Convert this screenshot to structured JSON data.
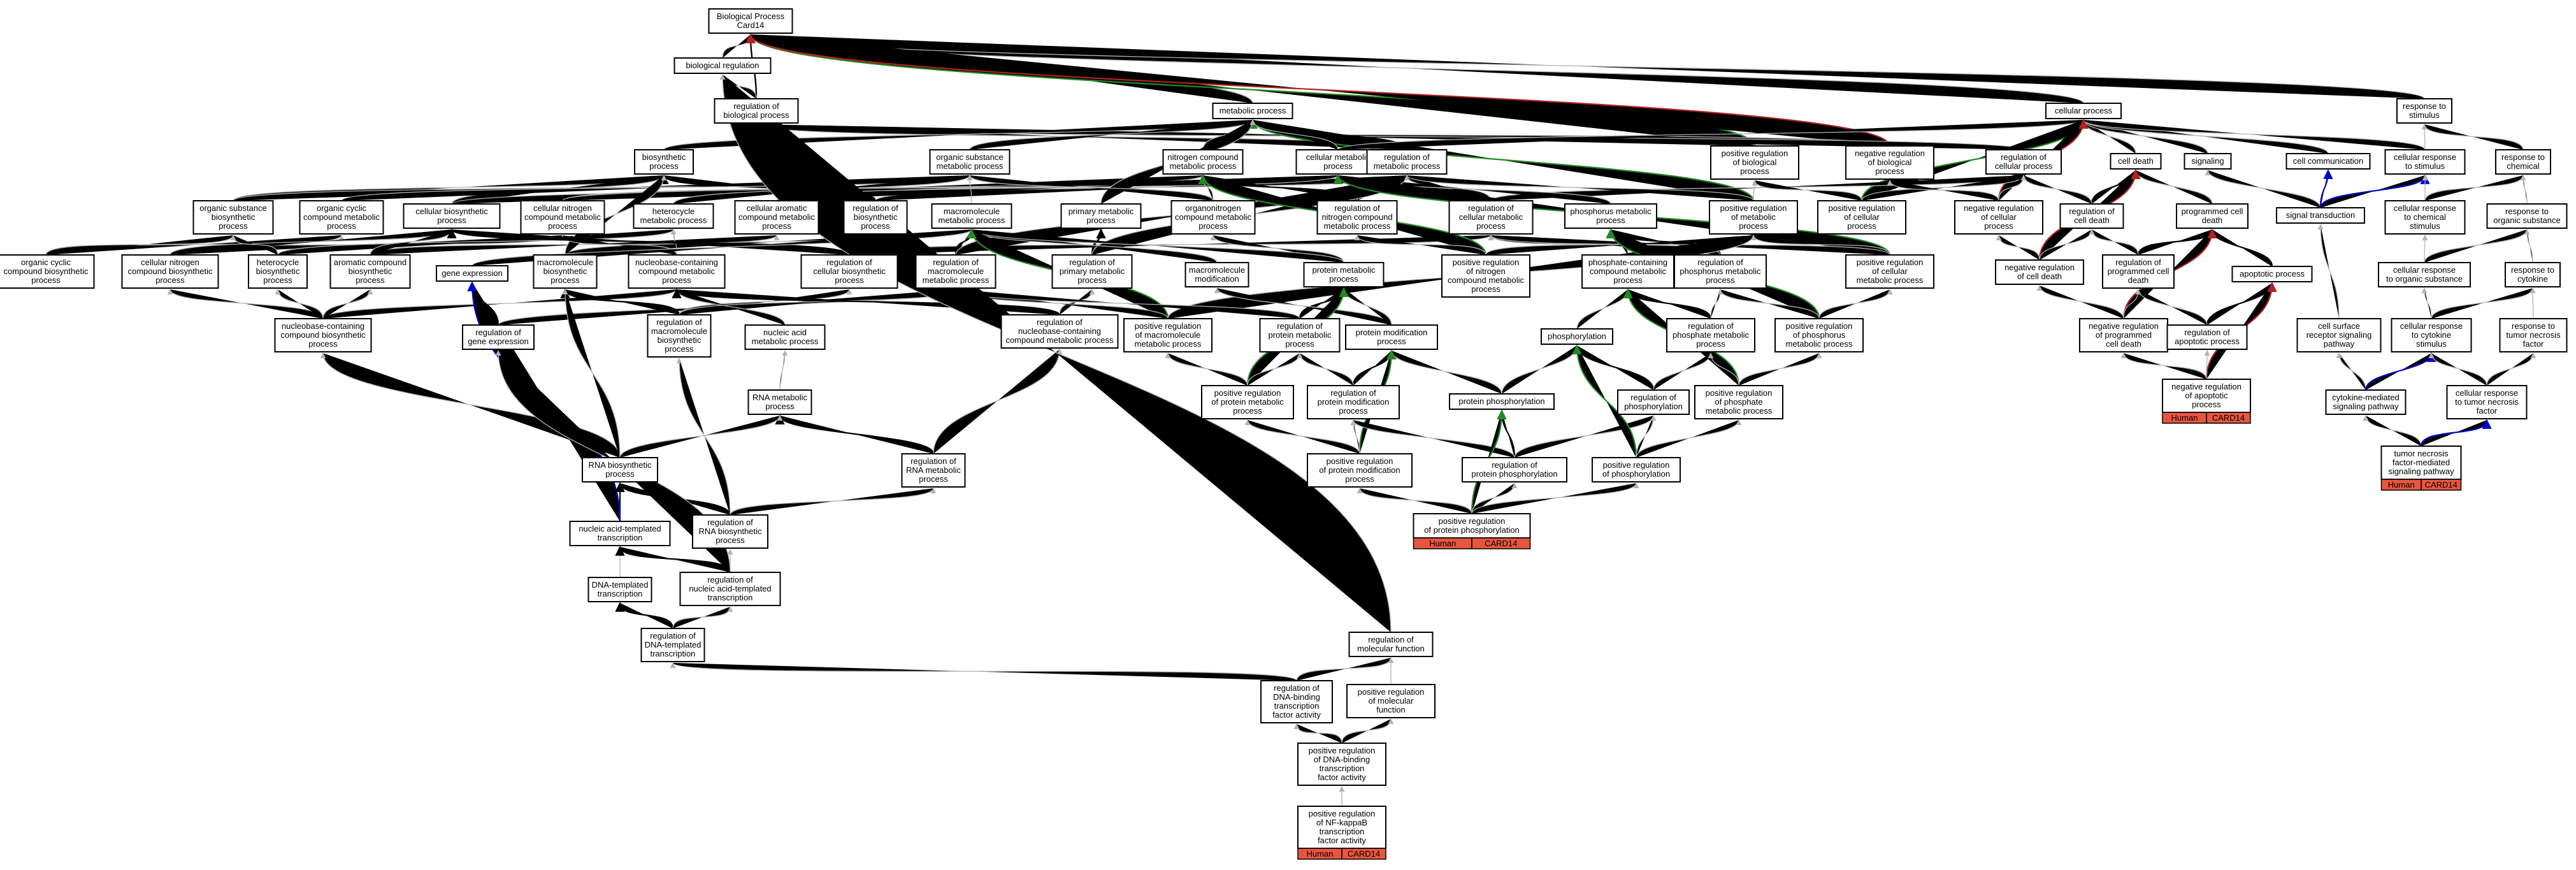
{
  "colors": {
    "is_a": "#b3b3b3",
    "part_of": "#000000",
    "regulates_pos": "#228b22",
    "regulates_neg": "#b22222",
    "other": "#0000cd",
    "annotation": "#e8553f"
  },
  "tags": {
    "species": "Human",
    "gene": "CARD14"
  },
  "nodes": [
    {
      "id": "root",
      "lines": [
        "Biological Process",
        "Card14"
      ]
    },
    {
      "id": "bioreg",
      "lines": [
        "biological regulation"
      ]
    },
    {
      "id": "regbp",
      "lines": [
        "regulation of",
        "biological process"
      ]
    },
    {
      "id": "cellproc",
      "lines": [
        "cellular process"
      ]
    },
    {
      "id": "metab",
      "lines": [
        "metabolic process"
      ]
    },
    {
      "id": "respstim",
      "lines": [
        "response to",
        "stimulus"
      ]
    },
    {
      "id": "biosyn",
      "lines": [
        "biosynthetic",
        "process"
      ]
    },
    {
      "id": "orgsub",
      "lines": [
        "organic substance",
        "metabolic process"
      ]
    },
    {
      "id": "ncmp",
      "lines": [
        "nitrogen compound",
        "metabolic process"
      ]
    },
    {
      "id": "cmp",
      "lines": [
        "cellular metabolic",
        "process"
      ]
    },
    {
      "id": "regmp",
      "lines": [
        "regulation of",
        "metabolic process"
      ]
    },
    {
      "id": "posregbp",
      "lines": [
        "positive regulation",
        "of biological",
        "process"
      ]
    },
    {
      "id": "negregbp",
      "lines": [
        "negative regulation",
        "of biological",
        "process"
      ]
    },
    {
      "id": "regcp",
      "lines": [
        "regulation of",
        "cellular process"
      ]
    },
    {
      "id": "celldeath",
      "lines": [
        "cell death"
      ]
    },
    {
      "id": "signaling",
      "lines": [
        "signaling"
      ]
    },
    {
      "id": "cellcomm",
      "lines": [
        "cell communication"
      ]
    },
    {
      "id": "cellresp",
      "lines": [
        "cellular response",
        "to stimulus"
      ]
    },
    {
      "id": "respchem",
      "lines": [
        "response to",
        "chemical"
      ]
    },
    {
      "id": "osbp",
      "lines": [
        "organic substance",
        "biosynthetic",
        "process"
      ]
    },
    {
      "id": "occmp",
      "lines": [
        "organic cyclic",
        "compound metabolic",
        "process"
      ]
    },
    {
      "id": "cbp",
      "lines": [
        "cellular biosynthetic",
        "process"
      ]
    },
    {
      "id": "cncmp",
      "lines": [
        "cellular nitrogen",
        "compound metabolic",
        "process"
      ]
    },
    {
      "id": "hcmp",
      "lines": [
        "heterocycle",
        "metabolic process"
      ]
    },
    {
      "id": "cacmp",
      "lines": [
        "cellular aromatic",
        "compound metabolic",
        "process"
      ]
    },
    {
      "id": "regbiosyn",
      "lines": [
        "regulation of",
        "biosynthetic",
        "process"
      ]
    },
    {
      "id": "macromp",
      "lines": [
        "macromolecule",
        "metabolic process"
      ]
    },
    {
      "id": "primp",
      "lines": [
        "primary metabolic",
        "process"
      ]
    },
    {
      "id": "organomp",
      "lines": [
        "organonitrogen",
        "compound metabolic",
        "process"
      ]
    },
    {
      "id": "regncmp",
      "lines": [
        "regulation of",
        "nitrogen compound",
        "metabolic process"
      ]
    },
    {
      "id": "regcmp",
      "lines": [
        "regulation of",
        "cellular metabolic",
        "process"
      ]
    },
    {
      "id": "phosmp",
      "lines": [
        "phosphorus metabolic",
        "process"
      ]
    },
    {
      "id": "posregmp",
      "lines": [
        "positive regulation",
        "of metabolic",
        "process"
      ]
    },
    {
      "id": "posregcp",
      "lines": [
        "positive regulation",
        "of cellular",
        "process"
      ]
    },
    {
      "id": "negregcp",
      "lines": [
        "negative regulation",
        "of cellular",
        "process"
      ]
    },
    {
      "id": "regcd",
      "lines": [
        "regulation of",
        "cell death"
      ]
    },
    {
      "id": "pcd",
      "lines": [
        "programmed cell",
        "death"
      ]
    },
    {
      "id": "sigtrans",
      "lines": [
        "signal transduction"
      ]
    },
    {
      "id": "cellrespchem",
      "lines": [
        "cellular response",
        "to chemical",
        "stimulus"
      ]
    },
    {
      "id": "resporg",
      "lines": [
        "response to",
        "organic substance"
      ]
    },
    {
      "id": "occbp",
      "lines": [
        "organic cyclic",
        "compound biosynthetic",
        "process"
      ]
    },
    {
      "id": "cncbp",
      "lines": [
        "cellular nitrogen",
        "compound biosynthetic",
        "process"
      ]
    },
    {
      "id": "hbp",
      "lines": [
        "heterocycle",
        "biosynthetic",
        "process"
      ]
    },
    {
      "id": "acbp",
      "lines": [
        "aromatic compound",
        "biosynthetic",
        "process"
      ]
    },
    {
      "id": "geneexp",
      "lines": [
        "gene expression"
      ]
    },
    {
      "id": "macrobp",
      "lines": [
        "macromolecule",
        "biosynthetic",
        "process"
      ]
    },
    {
      "id": "nbccmp",
      "lines": [
        "nucleobase-containing",
        "compound metabolic",
        "process"
      ]
    },
    {
      "id": "regcbp",
      "lines": [
        "regulation of",
        "cellular biosynthetic",
        "process"
      ]
    },
    {
      "id": "regmacromp",
      "lines": [
        "regulation of",
        "macromolecule",
        "metabolic process"
      ]
    },
    {
      "id": "regprimp",
      "lines": [
        "regulation of",
        "primary metabolic",
        "process"
      ]
    },
    {
      "id": "macromod",
      "lines": [
        "macromolecule",
        "modification"
      ]
    },
    {
      "id": "protmp",
      "lines": [
        "protein metabolic",
        "process"
      ]
    },
    {
      "id": "posregncmp",
      "lines": [
        "positive regulation",
        "of nitrogen",
        "compound metabolic",
        "process"
      ]
    },
    {
      "id": "phoscmp",
      "lines": [
        "phosphate-containing",
        "compound metabolic",
        "process"
      ]
    },
    {
      "id": "regphosmp",
      "lines": [
        "regulation of",
        "phosphorus metabolic",
        "process"
      ]
    },
    {
      "id": "posregcmp",
      "lines": [
        "positive regulation",
        "of cellular",
        "metabolic process"
      ]
    },
    {
      "id": "negregcd",
      "lines": [
        "negative regulation",
        "of cell death"
      ]
    },
    {
      "id": "regpcd",
      "lines": [
        "regulation of",
        "programmed cell",
        "death"
      ]
    },
    {
      "id": "apop",
      "lines": [
        "apoptotic process"
      ]
    },
    {
      "id": "cellresporg",
      "lines": [
        "cellular response",
        "to organic substance"
      ]
    },
    {
      "id": "respcyto",
      "lines": [
        "response to",
        "cytokine"
      ]
    },
    {
      "id": "nbccbp",
      "lines": [
        "nucleobase-containing",
        "compound biosynthetic",
        "process"
      ]
    },
    {
      "id": "reggeneexp",
      "lines": [
        "regulation of",
        "gene expression"
      ]
    },
    {
      "id": "regmacrobp",
      "lines": [
        "regulation of",
        "macromolecule",
        "biosynthetic",
        "process"
      ]
    },
    {
      "id": "namp",
      "lines": [
        "nucleic acid",
        "metabolic process"
      ]
    },
    {
      "id": "regnbccmp",
      "lines": [
        "regulation of",
        "nucleobase-containing",
        "compound metabolic process"
      ]
    },
    {
      "id": "posregmacromp",
      "lines": [
        "positive regulation",
        "of macromolecule",
        "metabolic process"
      ]
    },
    {
      "id": "regprotmp",
      "lines": [
        "regulation of",
        "protein metabolic",
        "process"
      ]
    },
    {
      "id": "protmod",
      "lines": [
        "protein modification",
        "process"
      ]
    },
    {
      "id": "phosph",
      "lines": [
        "phosphorylation"
      ]
    },
    {
      "id": "regphatemp",
      "lines": [
        "regulation of",
        "phosphate metabolic",
        "process"
      ]
    },
    {
      "id": "posregphosmp",
      "lines": [
        "positive regulation",
        "of phosphorus",
        "metabolic process"
      ]
    },
    {
      "id": "negregpcd",
      "lines": [
        "negative regulation",
        "of programmed",
        "cell death"
      ]
    },
    {
      "id": "regapop",
      "lines": [
        "regulation of",
        "apoptotic process"
      ]
    },
    {
      "id": "csrsp",
      "lines": [
        "cell surface",
        "receptor signaling",
        "pathway"
      ]
    },
    {
      "id": "cellrespcyto",
      "lines": [
        "cellular response",
        "to cytokine",
        "stimulus"
      ]
    },
    {
      "id": "resptnf",
      "lines": [
        "response to",
        "tumor necrosis",
        "factor"
      ]
    },
    {
      "id": "rnamp",
      "lines": [
        "RNA metabolic",
        "process"
      ]
    },
    {
      "id": "posregprotmp",
      "lines": [
        "positive regulation",
        "of protein metabolic",
        "process"
      ]
    },
    {
      "id": "regprotmod",
      "lines": [
        "regulation of",
        "protein modification",
        "process"
      ]
    },
    {
      "id": "protphos",
      "lines": [
        "protein phosphorylation"
      ]
    },
    {
      "id": "regphos",
      "lines": [
        "regulation of",
        "phosphorylation"
      ]
    },
    {
      "id": "posregphatemp",
      "lines": [
        "positive regulation",
        "of phosphate",
        "metabolic process"
      ]
    },
    {
      "id": "negregapop",
      "lines": [
        "negative regulation",
        "of apoptotic",
        "process"
      ]
    },
    {
      "id": "cmsp",
      "lines": [
        "cytokine-mediated",
        "signaling pathway"
      ]
    },
    {
      "id": "cellresptnf",
      "lines": [
        "cellular response",
        "to tumor necrosis",
        "factor"
      ]
    },
    {
      "id": "regrnamp",
      "lines": [
        "regulation of",
        "RNA metabolic",
        "process"
      ]
    },
    {
      "id": "posregprotmod",
      "lines": [
        "positive regulation",
        "of protein modification",
        "process"
      ]
    },
    {
      "id": "regprotphos",
      "lines": [
        "regulation of",
        "protein phosphorylation"
      ]
    },
    {
      "id": "posregphos",
      "lines": [
        "positive regulation",
        "of phosphorylation"
      ]
    },
    {
      "id": "tnfsp",
      "lines": [
        "tumor necrosis",
        "factor-mediated",
        "signaling pathway"
      ]
    },
    {
      "id": "rnabp",
      "lines": [
        "RNA biosynthetic",
        "process"
      ]
    },
    {
      "id": "natt",
      "lines": [
        "nucleic acid-templated",
        "transcription"
      ]
    },
    {
      "id": "regrnabp",
      "lines": [
        "regulation of",
        "RNA biosynthetic",
        "process"
      ]
    },
    {
      "id": "posregprotphos",
      "lines": [
        "positive regulation",
        "of protein phosphorylation"
      ]
    },
    {
      "id": "dtt",
      "lines": [
        "DNA-templated",
        "transcription"
      ]
    },
    {
      "id": "regnatt",
      "lines": [
        "regulation of",
        "nucleic acid-templated",
        "transcription"
      ]
    },
    {
      "id": "regdtt",
      "lines": [
        "regulation of",
        "DNA-templated",
        "transcription"
      ]
    },
    {
      "id": "regmf",
      "lines": [
        "regulation of",
        "molecular function"
      ]
    },
    {
      "id": "regdbtfa",
      "lines": [
        "regulation of",
        "DNA-binding",
        "transcription",
        "factor activity"
      ]
    },
    {
      "id": "posregmf",
      "lines": [
        "positive regulation",
        "of molecular",
        "function"
      ]
    },
    {
      "id": "posregdbtfa",
      "lines": [
        "positive regulation",
        "of DNA-binding",
        "transcription",
        "factor activity"
      ]
    },
    {
      "id": "posregnfkb",
      "lines": [
        "positive regulation",
        "of NF-kappaB",
        "transcription",
        "factor activity"
      ]
    }
  ]
}
